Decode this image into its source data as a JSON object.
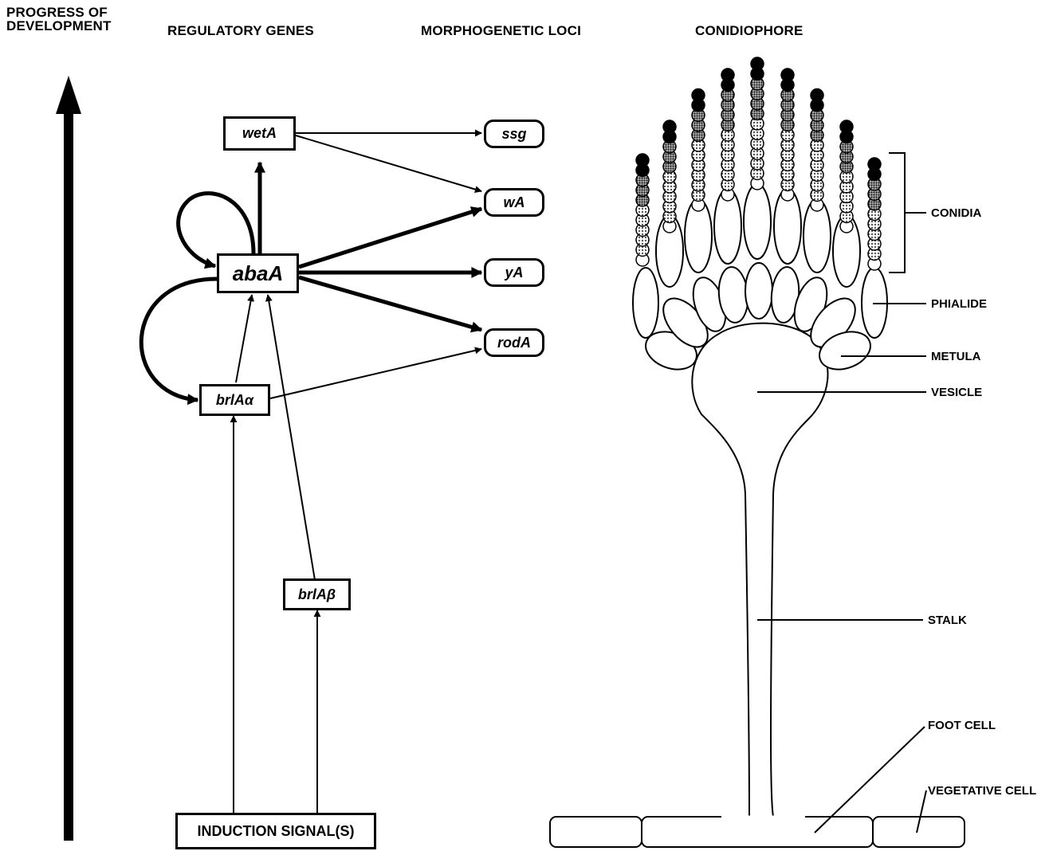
{
  "headers": {
    "progress": "PROGRESS OF\nDEVELOPMENT",
    "regulatory": "REGULATORY GENES",
    "morphogenetic": "MORPHOGENETIC LOCI",
    "conidiophore": "CONIDIOPHORE"
  },
  "genes": {
    "wetA": "wetA",
    "abaA": "abaA",
    "brlA_alpha": "brlAα",
    "brlA_beta": "brlAβ",
    "induction": "INDUCTION SIGNAL(S)"
  },
  "loci": {
    "ssg": "ssg",
    "wA": "wA",
    "yA": "yA",
    "rodA": "rodA"
  },
  "structure_labels": {
    "conidia": "CONIDIA",
    "phialide": "PHIALIDE",
    "metula": "METULA",
    "vesicle": "VESICLE",
    "stalk": "STALK",
    "foot_cell": "FOOT CELL",
    "vegetative_cell": "VEGETATIVE CELL"
  }
}
